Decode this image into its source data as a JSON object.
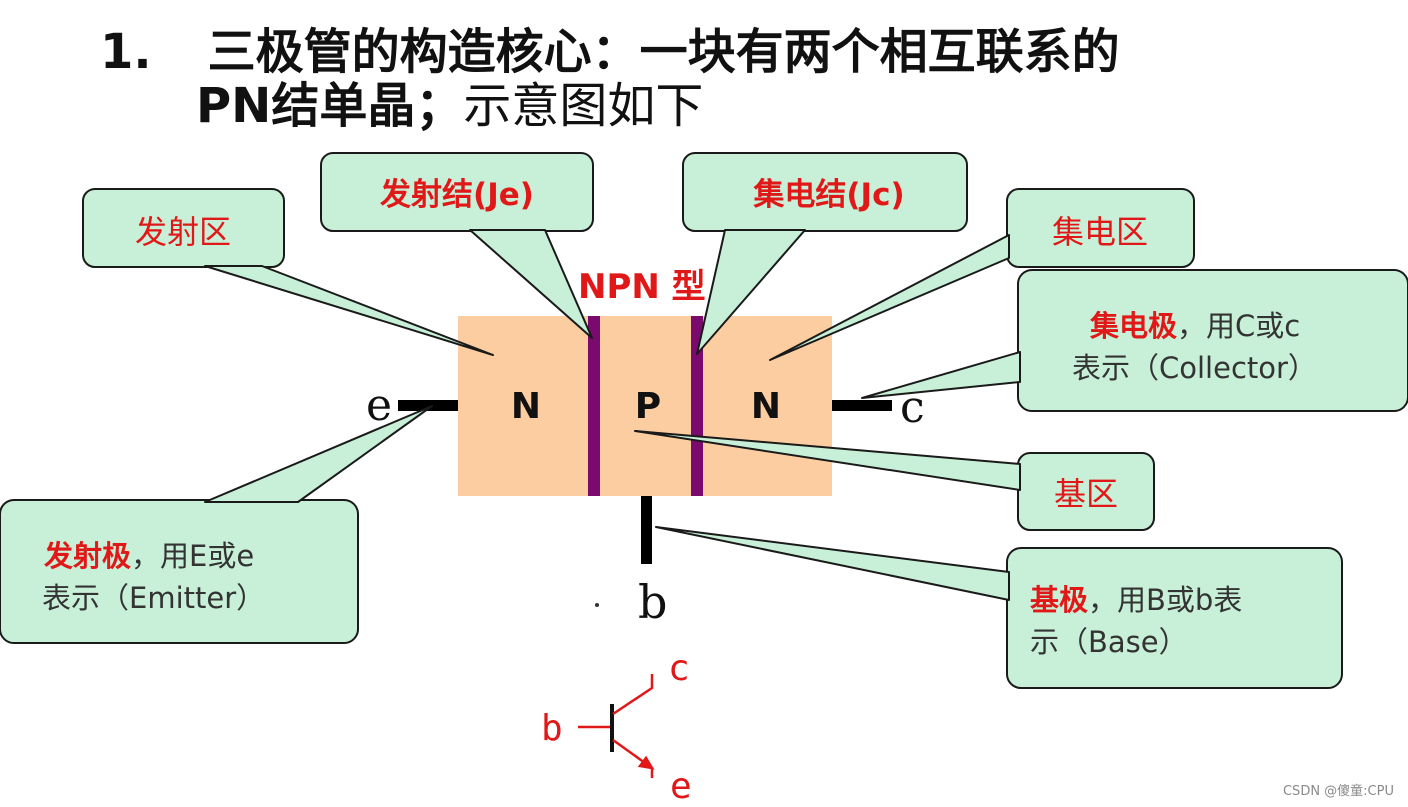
{
  "title": {
    "number": "1.",
    "line1": "三极管的构造核心：一块有两个相互联系的",
    "line2_bold": "PN结单晶；",
    "line2_rest": "示意图如下"
  },
  "type_label": "NPN 型",
  "regions": {
    "emitter_region": "N",
    "base_region": "P",
    "collector_region": "N"
  },
  "terminals": {
    "e": "e",
    "c": "c",
    "b": "b"
  },
  "callouts": {
    "emitter_region": "发射区",
    "emitter_junction": "发射结(Je)",
    "collector_junction": "集电结(Jc)",
    "collector_region": "集电区",
    "base_region": "基区",
    "collector_electrode": {
      "bold": "集电极",
      "rest": "，用C或c",
      "line2": "表示（Collector）"
    },
    "emitter_electrode": {
      "bold": "发射极",
      "rest": "，用E或e",
      "line2": "表示（Emitter）"
    },
    "base_electrode": {
      "bold": "基极",
      "rest": "，用B或b表",
      "line2": "示（Base）"
    }
  },
  "symbol": {
    "c": "c",
    "b": "b",
    "e": "e"
  },
  "watermark": "CSDN @傻童:CPU",
  "colors": {
    "callout_fill": "#c8f0d8",
    "callout_stroke": "#1a1a1a",
    "red_text": "#e01818",
    "block_fill": "#fbcda0",
    "junction": "#7a0a6e",
    "lead": "#000000"
  }
}
